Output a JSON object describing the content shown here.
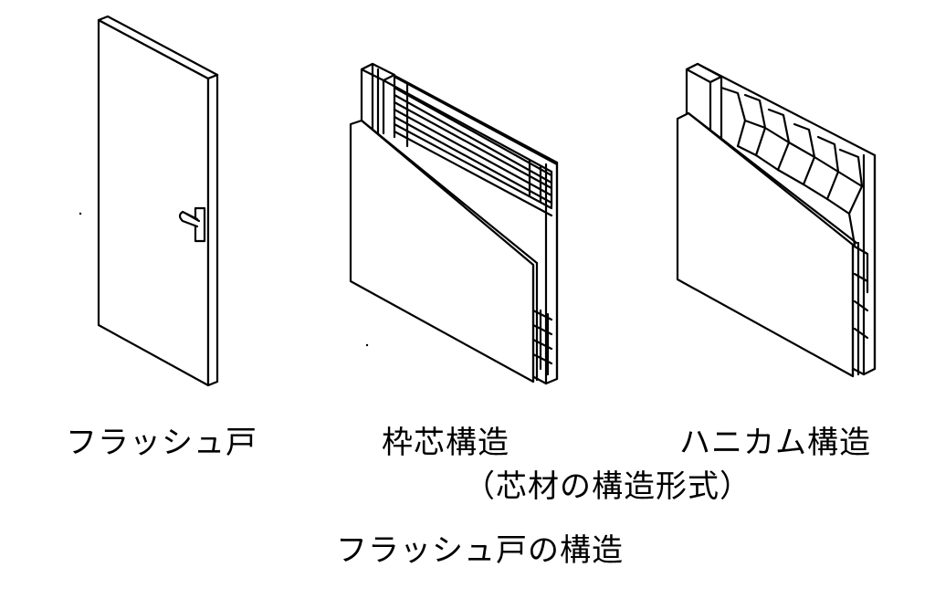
{
  "labels": {
    "flush_door": "フラッシュ戸",
    "frame_core": "枠芯構造",
    "honeycomb": "ハニカム構造",
    "core_note": "（芯材の構造形式）",
    "figure_title": "フラッシュ戸の構造"
  }
}
